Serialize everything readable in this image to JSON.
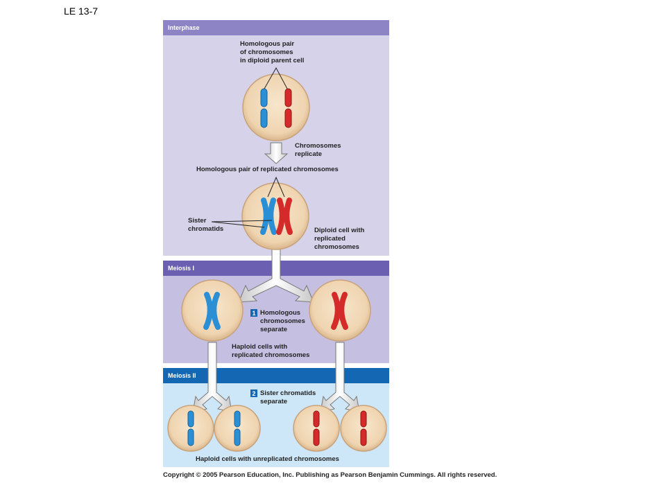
{
  "figure_id": "LE 13-7",
  "stages": {
    "interphase": "Interphase",
    "meiosis_1": "Meiosis I",
    "meiosis_2": "Meiosis II"
  },
  "labels": {
    "homologous_pair": "Homologous pair\nof chromosomes\nin diploid parent cell",
    "chromosomes_replicate": "Chromosomes\nreplicate",
    "homologous_replicated": "Homologous pair of replicated chromosomes",
    "sister_chromatids": "Sister\nchromatids",
    "diploid_cell": "Diploid cell with\nreplicated\nchromosomes",
    "homologous_separate": "Homologous\nchromosomes\nseparate",
    "haploid_replicated": "Haploid cells with\nreplicated chromosomes",
    "sister_separate": "Sister chromatids\nseparate",
    "haploid_unreplicated": "Haploid cells with unreplicated chromosomes"
  },
  "steps": {
    "step1": "1",
    "step2": "2"
  },
  "copyright": "Copyright © 2005 Pearson Education, Inc. Publishing as Pearson Benjamin Cummings. All rights reserved.",
  "colors": {
    "interphase_bar": "#8c84c4",
    "interphase_bg": "#d6d2ea",
    "meiosis1_bar": "#6a5fb0",
    "meiosis1_bg": "#c5bfe2",
    "meiosis2_bar": "#1467b3",
    "meiosis2_bg": "#cde7f8",
    "chrom_blue": "#2a8fd4",
    "chrom_red": "#d42a2a",
    "cell": "#f1d9b8"
  }
}
